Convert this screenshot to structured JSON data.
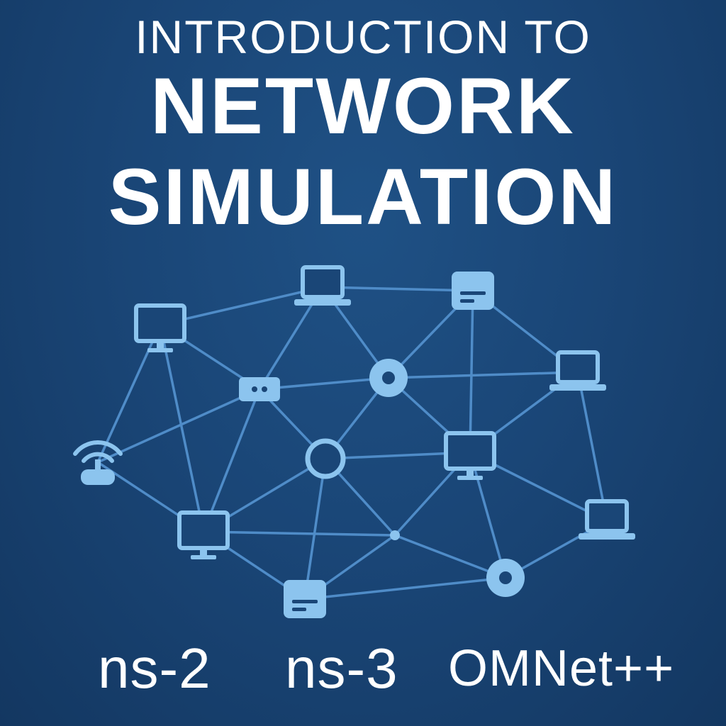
{
  "title": {
    "intro": "INTRODUCTION TO",
    "line1": "NETWORK",
    "line2": "SIMULATION"
  },
  "tools": [
    "ns-2",
    "ns-3",
    "OMNet++"
  ],
  "colors": {
    "background": "#1a4677",
    "link": "#4f8cc8",
    "node": "#8cc4ee",
    "text": "#ffffff"
  },
  "nodes": [
    {
      "id": "monitor-top-left",
      "type": "monitor"
    },
    {
      "id": "laptop-top-center",
      "type": "laptop"
    },
    {
      "id": "server-top-right",
      "type": "server"
    },
    {
      "id": "laptop-right",
      "type": "laptop"
    },
    {
      "id": "switch-center-left",
      "type": "switch"
    },
    {
      "id": "hub-center",
      "type": "hub"
    },
    {
      "id": "wifi-router-left",
      "type": "wifi-router"
    },
    {
      "id": "ring-center",
      "type": "ring"
    },
    {
      "id": "monitor-center-right",
      "type": "monitor"
    },
    {
      "id": "monitor-bottom-left",
      "type": "monitor"
    },
    {
      "id": "junction-bottom",
      "type": "dot"
    },
    {
      "id": "laptop-bottom-right",
      "type": "laptop"
    },
    {
      "id": "server-bottom",
      "type": "server"
    },
    {
      "id": "hub-bottom-right",
      "type": "hub"
    }
  ],
  "links": [
    [
      "monitor-top-left",
      "laptop-top-center"
    ],
    [
      "monitor-top-left",
      "switch-center-left"
    ],
    [
      "monitor-top-left",
      "wifi-router-left"
    ],
    [
      "monitor-top-left",
      "monitor-bottom-left"
    ],
    [
      "laptop-top-center",
      "server-top-right"
    ],
    [
      "laptop-top-center",
      "switch-center-left"
    ],
    [
      "laptop-top-center",
      "hub-center"
    ],
    [
      "server-top-right",
      "hub-center"
    ],
    [
      "server-top-right",
      "monitor-center-right"
    ],
    [
      "server-top-right",
      "laptop-right"
    ],
    [
      "hub-center",
      "switch-center-left"
    ],
    [
      "hub-center",
      "laptop-right"
    ],
    [
      "hub-center",
      "ring-center"
    ],
    [
      "hub-center",
      "monitor-center-right"
    ],
    [
      "laptop-right",
      "monitor-center-right"
    ],
    [
      "laptop-right",
      "laptop-bottom-right"
    ],
    [
      "switch-center-left",
      "wifi-router-left"
    ],
    [
      "switch-center-left",
      "ring-center"
    ],
    [
      "switch-center-left",
      "monitor-bottom-left"
    ],
    [
      "wifi-router-left",
      "monitor-bottom-left"
    ],
    [
      "ring-center",
      "monitor-center-right"
    ],
    [
      "ring-center",
      "monitor-bottom-left"
    ],
    [
      "ring-center",
      "server-bottom"
    ],
    [
      "ring-center",
      "junction-bottom"
    ],
    [
      "monitor-center-right",
      "laptop-bottom-right"
    ],
    [
      "monitor-center-right",
      "junction-bottom"
    ],
    [
      "monitor-center-right",
      "hub-bottom-right"
    ],
    [
      "monitor-bottom-left",
      "junction-bottom"
    ],
    [
      "monitor-bottom-left",
      "server-bottom"
    ],
    [
      "junction-bottom",
      "hub-bottom-right"
    ],
    [
      "junction-bottom",
      "server-bottom"
    ],
    [
      "server-bottom",
      "hub-bottom-right"
    ],
    [
      "hub-bottom-right",
      "laptop-bottom-right"
    ]
  ]
}
